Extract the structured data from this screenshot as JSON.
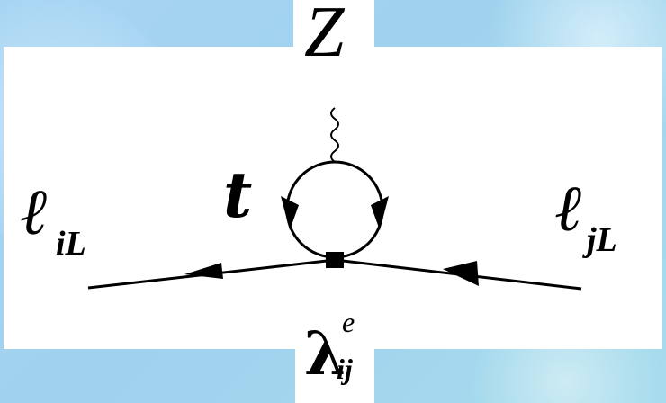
{
  "labels": {
    "boson": "Z",
    "loop": "t",
    "left_lepton": "ℓ",
    "left_subscript": "iL",
    "right_lepton": "ℓ",
    "right_subscript": "jL",
    "coupling": "λ",
    "coupling_superscript": "e",
    "coupling_subscript": "ij"
  },
  "colors": {
    "background": "#a8d4f2",
    "panel": "#ffffff",
    "line": "#000000"
  }
}
